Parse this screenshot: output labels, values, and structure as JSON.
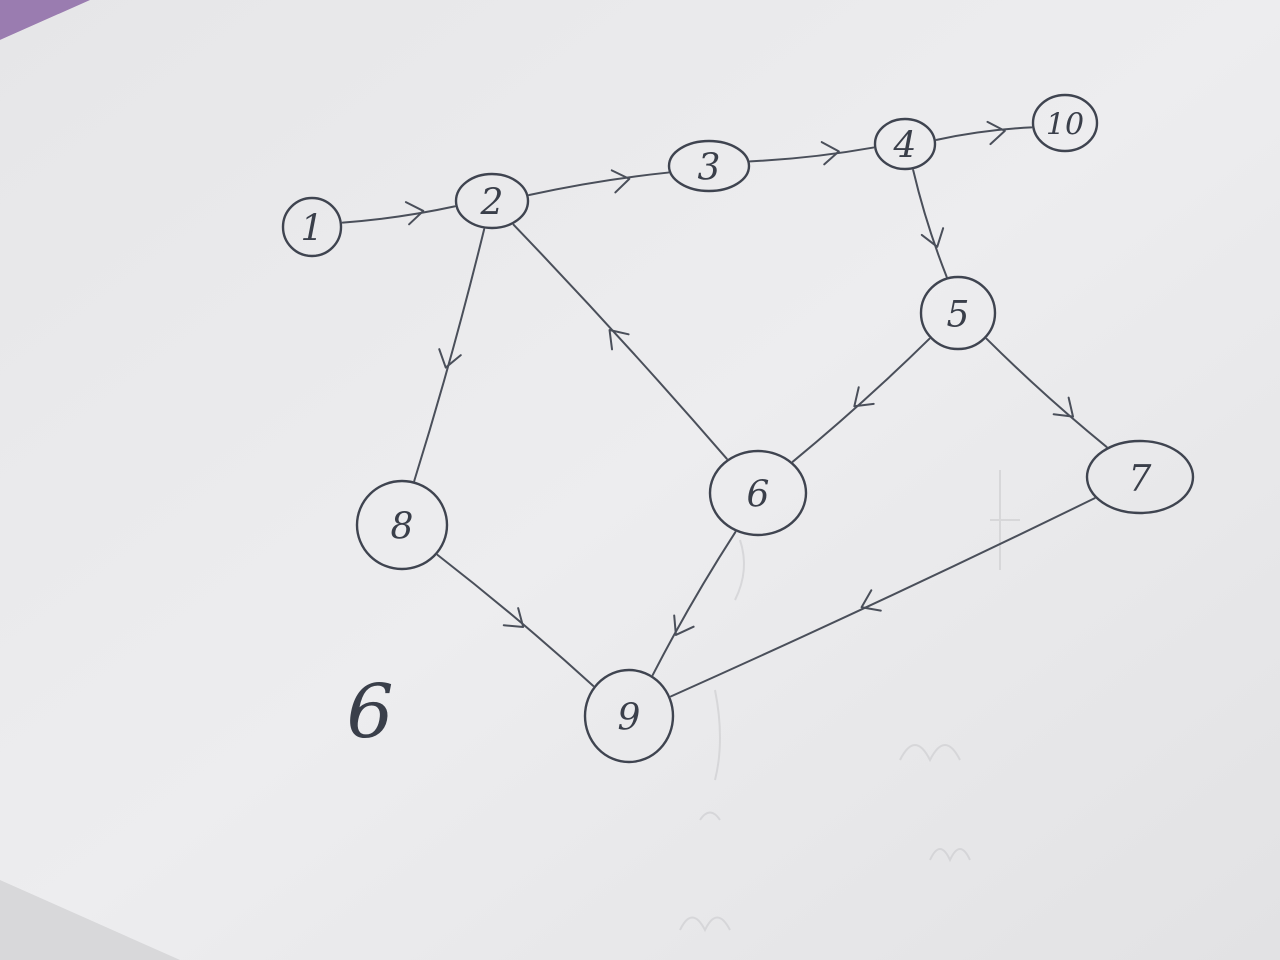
{
  "nodes": [
    {
      "id": "1",
      "label": "1"
    },
    {
      "id": "2",
      "label": "2"
    },
    {
      "id": "3",
      "label": "3"
    },
    {
      "id": "4",
      "label": "4"
    },
    {
      "id": "10",
      "label": "10"
    },
    {
      "id": "5",
      "label": "5"
    },
    {
      "id": "6",
      "label": "6"
    },
    {
      "id": "7",
      "label": "7"
    },
    {
      "id": "8",
      "label": "8"
    },
    {
      "id": "9",
      "label": "9"
    }
  ],
  "edges": [
    {
      "from": "1",
      "to": "2"
    },
    {
      "from": "2",
      "to": "3"
    },
    {
      "from": "3",
      "to": "4"
    },
    {
      "from": "4",
      "to": "10"
    },
    {
      "from": "4",
      "to": "5"
    },
    {
      "from": "2",
      "to": "8"
    },
    {
      "from": "6",
      "to": "2"
    },
    {
      "from": "5",
      "to": "6"
    },
    {
      "from": "5",
      "to": "7"
    },
    {
      "from": "8",
      "to": "9"
    },
    {
      "from": "6",
      "to": "9"
    },
    {
      "from": "7",
      "to": "9"
    }
  ],
  "annotation": "6",
  "colors": {
    "paper": "#ececee",
    "ink": "#3f4450",
    "purple_corner": "#8f6fa6"
  }
}
